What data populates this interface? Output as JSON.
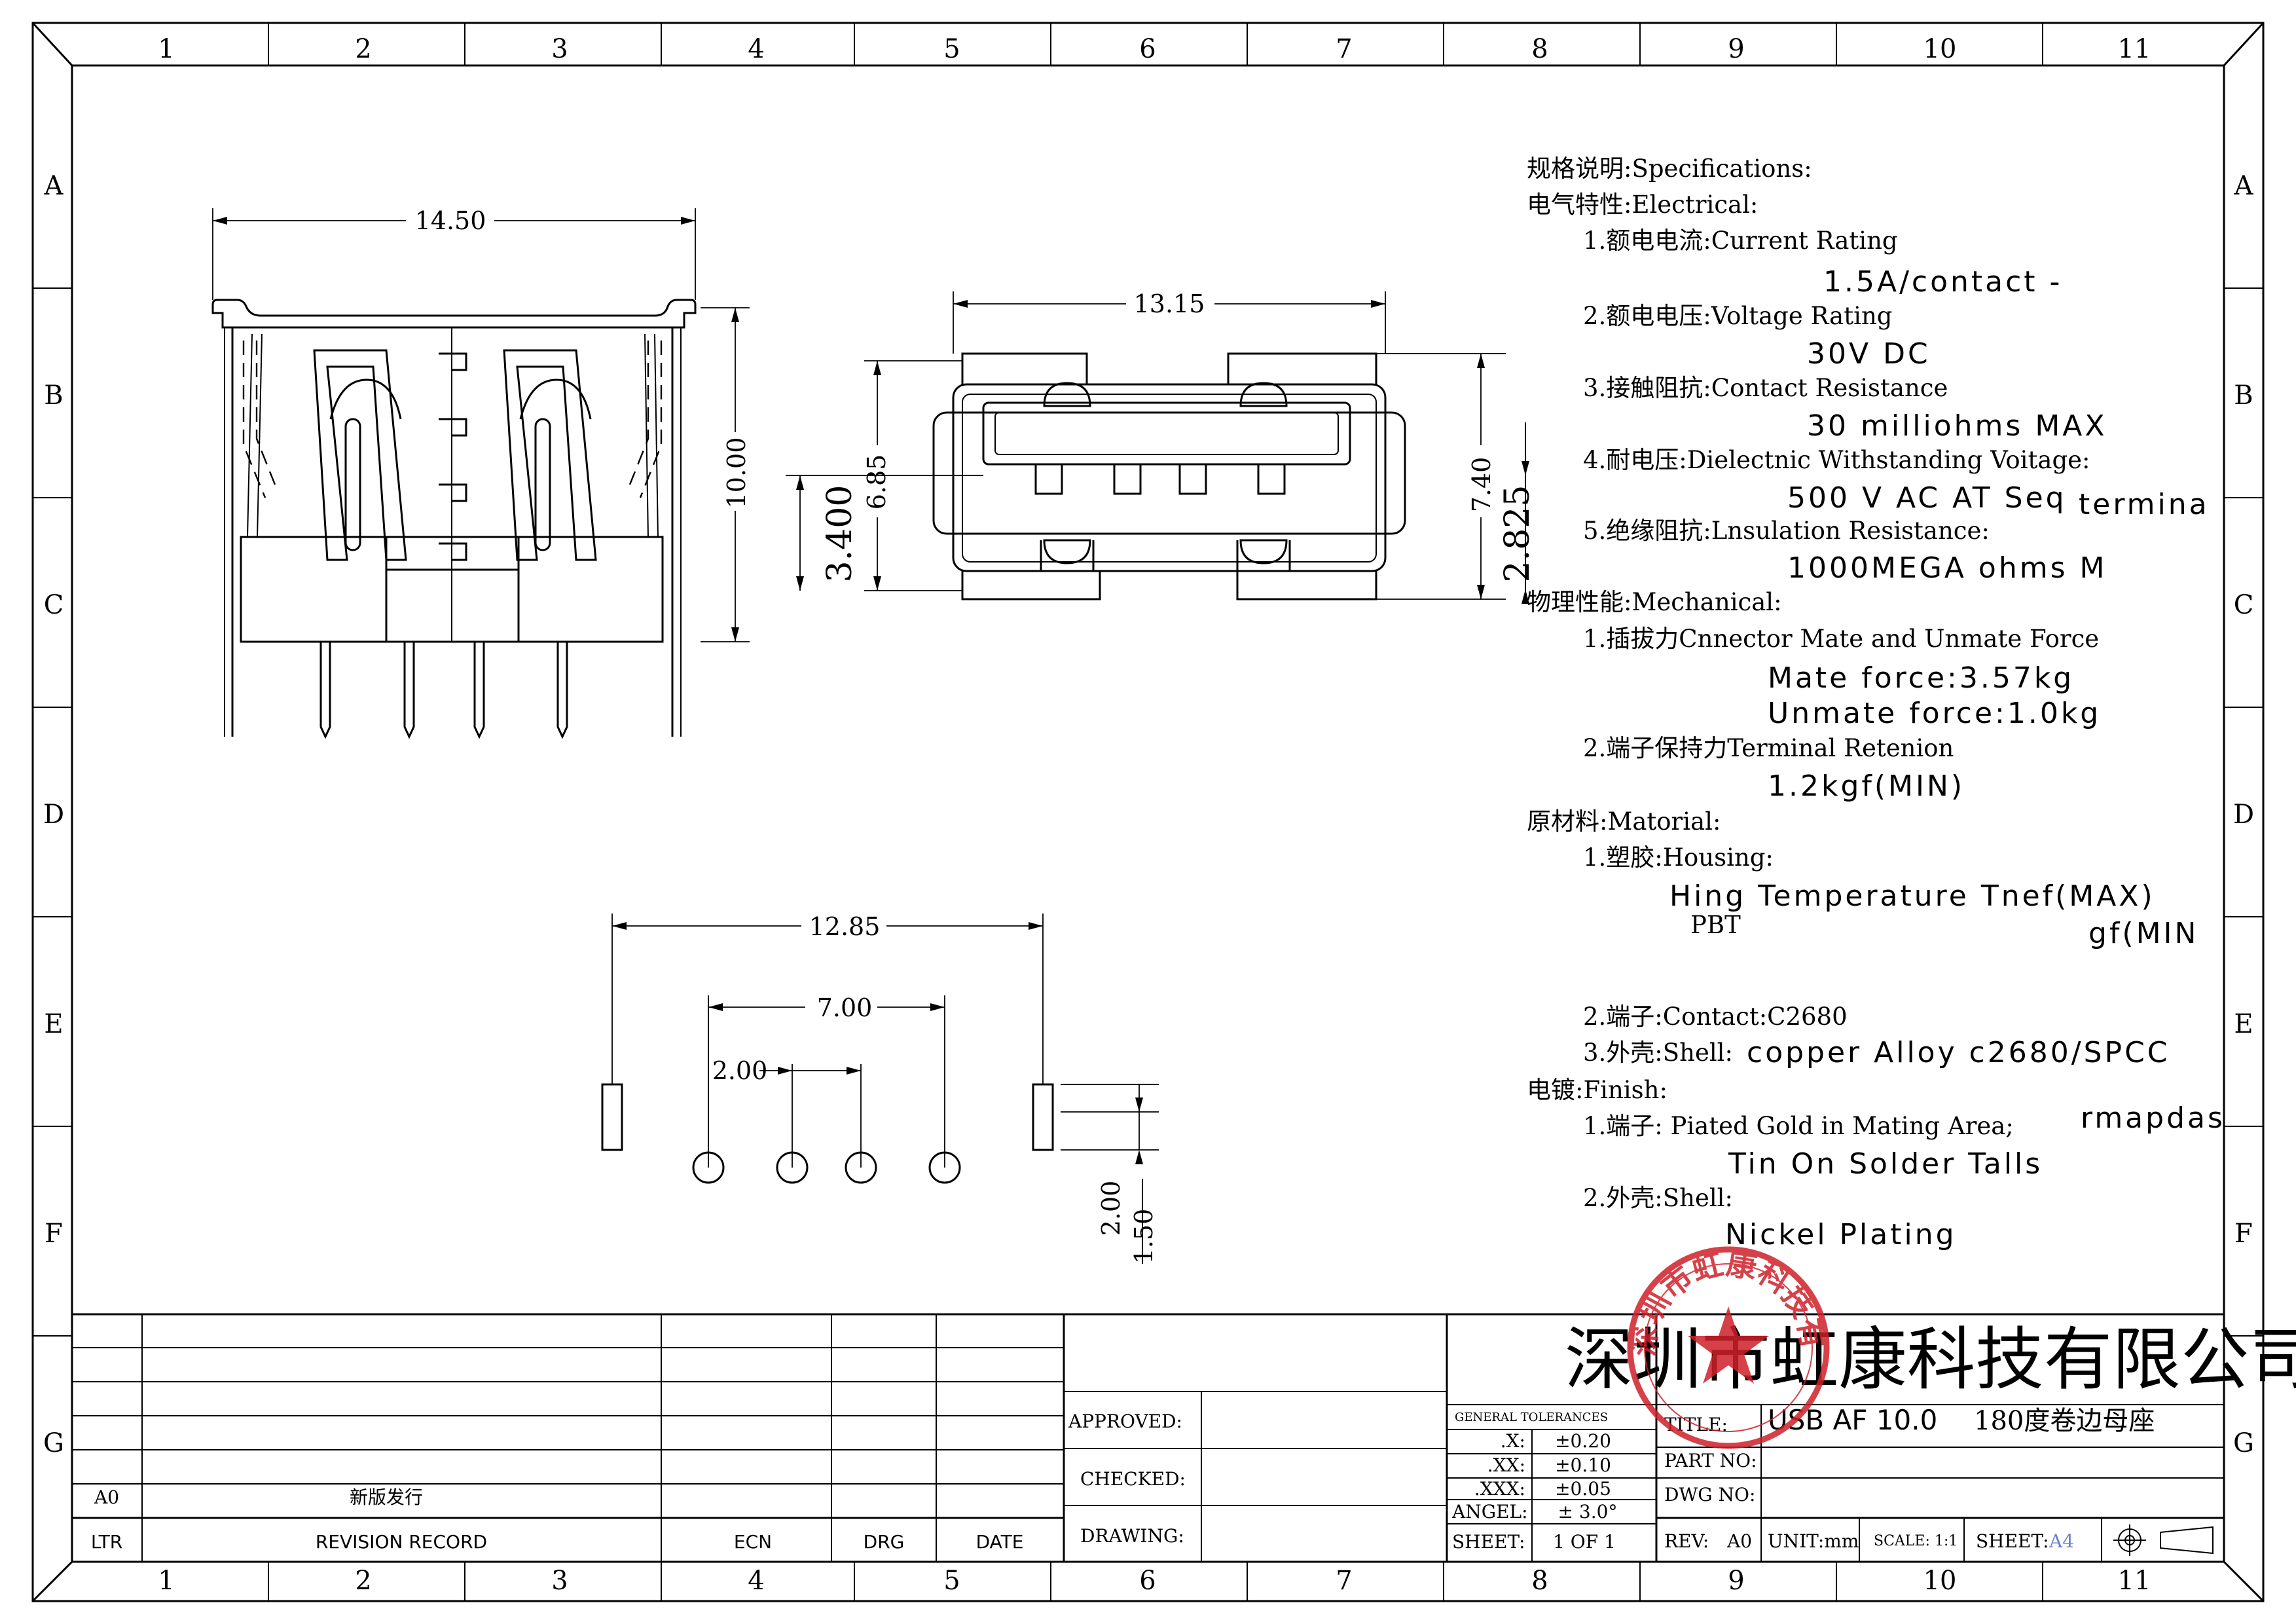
{
  "frame": {
    "columns": [
      "1",
      "2",
      "3",
      "4",
      "5",
      "6",
      "7",
      "8",
      "9",
      "10",
      "11"
    ],
    "rows": [
      "A",
      "B",
      "C",
      "D",
      "E",
      "F",
      "G"
    ]
  },
  "dimensions": {
    "side_width": "14.50",
    "side_height": "10.00",
    "front_width": "13.15",
    "front_height_outer": "7.40",
    "front_inner_height": "6.85",
    "front_offset": "3.400",
    "front_offset_right": "2.825",
    "pcb_width": "12.85",
    "pcb_pitch_outer": "7.00",
    "pcb_pitch_inner": "2.00",
    "pcb_slot_len": "2.00",
    "pcb_offset": "1.50"
  },
  "specs": {
    "heading": "规格说明:Specifications:",
    "electrical": "电气特性:Electrical:",
    "current_label": "1.额电电流:Current Rating",
    "current_value": "1.5A/contact -",
    "voltage_label": "2.额电电压:Voltage Rating",
    "voltage_value": "30V DC",
    "contact_res_label": "3.接触阻抗:Contact Resistance",
    "contact_res_value": "30 milliohms MAX",
    "dielectric_label": "4.耐电压:Dielectnic Withstanding Voitage:",
    "dielectric_value": "500 V AC AT Seq",
    "dielectric_extra": "termina",
    "insulation_label": "5.绝缘阻抗:Lnsulation Resistance:",
    "insulation_value": "1000MEGA ohms M",
    "mechanical": "物理性能:Mechanical:",
    "mate_label": "1.插拔力Cnnector Mate and Unmate Force",
    "mate_value": "Mate force:3.57kg",
    "unmate_value": "Unmate force:1.0kg",
    "retention_label": "2.端子保持力Terminal Retenion",
    "retention_value": "1.2kgf(MIN)",
    "material": "原材料:Matorial:",
    "housing_label": "1.塑胶:Housing:",
    "housing_value": "Hing Temperature Tnef(MAX)",
    "housing_pbt": "PBT",
    "housing_extra": "gf(MIN",
    "contact_label": "2.端子:Contact:C2680",
    "shell_label": "3.外壳:Shell:",
    "shell_value": "copper Alloy c2680/SPCC",
    "finish": "电镀:Finish:",
    "finish_contact_label": "1.端子: Piated Gold in Mating Area;",
    "finish_contact_extra": "rmapdas",
    "finish_contact_value": "Tin On Solder Talls",
    "finish_shell_label": "2.外壳:Shell:",
    "finish_shell_value": "Nickel Plating"
  },
  "revision": {
    "rev": "A0",
    "note": "新版发行",
    "col_ltr": "LTR",
    "col_record": "REVISION RECORD",
    "col_ecn": "ECN",
    "col_drg": "DRG",
    "col_date": "DATE"
  },
  "signoff": {
    "approved": "APPROVED:",
    "checked": "CHECKED:",
    "drawing": "DRAWING:"
  },
  "tolerances": {
    "header": "GENERAL TOLERANCES",
    "x_label": ".X:",
    "x_value": "±0.20",
    "xx_label": ".XX:",
    "xx_value": "±0.10",
    "xxx_label": ".XXX:",
    "xxx_value": "±0.05",
    "angle_label": "ANGEL:",
    "angle_value": "± 3.0°",
    "sheet_label": "SHEET:",
    "sheet_value": "1 OF 1"
  },
  "title_block": {
    "company": "深圳市虹康科技有限公司",
    "title_label": "TITLE:",
    "title_value": "USB AF 10.0",
    "title_cn": "180度卷边母座",
    "part_label": "PART NO:",
    "dwg_label": "DWG NO:",
    "rev_label": "REV:",
    "rev_value": "A0",
    "unit_label": "UNIT:mm",
    "scale_label": "SCALE:",
    "scale_value": "1:1",
    "sheet_label": "SHEET:",
    "sheet_value": "A4"
  },
  "stamp": {
    "text": "深圳市虹康科技有限公司",
    "color": "#d0202a"
  }
}
